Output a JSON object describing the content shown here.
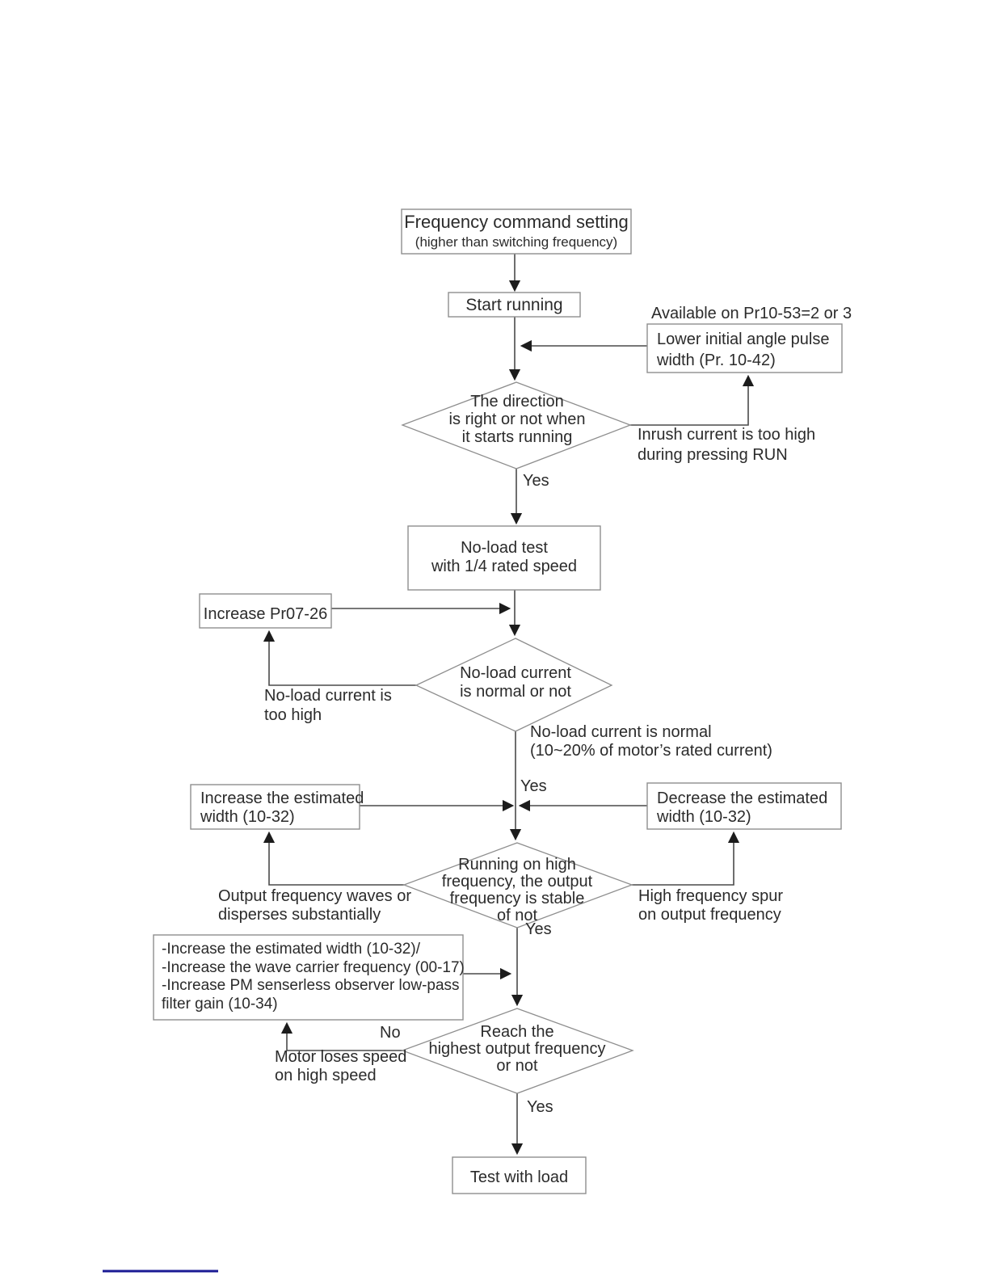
{
  "colors": {
    "background": "#ffffff",
    "connector": "#4a4a4a",
    "shape_border": "#8e8e8e",
    "arrowhead": "#1c1c1c",
    "text": "#2b2b2b",
    "footer_rule": "#1a1a94"
  },
  "flowchart": {
    "frequency_command": {
      "title": "Frequency command setting",
      "subtitle": "(higher than switching frequency)"
    },
    "start_running": {
      "label": "Start running"
    },
    "pr10_53_note": {
      "label": "Available on Pr10-53=2 or 3"
    },
    "lower_initial_angle": {
      "label": "Lower initial angle pulse\nwidth (Pr. 10-42)"
    },
    "direction_decision": {
      "label": "The direction\nis right or not when\nit starts running",
      "yes_label": "Yes"
    },
    "inrush_note": {
      "label": "Inrush current is too high\nduring pressing RUN"
    },
    "no_load_test": {
      "label": "No-load test\nwith 1/4 rated speed"
    },
    "increase_pr07_26": {
      "label": "Increase Pr07-26"
    },
    "no_load_current_decision": {
      "label": "No-load current\nis normal or not",
      "yes_label": "Yes"
    },
    "no_load_too_high_note": {
      "label": "No-load current is\ntoo high"
    },
    "no_load_normal_note": {
      "label": "No-load current is normal\n(10~20% of motor’s rated current)"
    },
    "increase_estimated": {
      "label": "Increase the estimated\nwidth (10-32)"
    },
    "decrease_estimated": {
      "label": "Decrease the estimated\nwidth (10-32)"
    },
    "stability_decision": {
      "label": "Running on high\nfrequency, the output\nfrequency is stable\nof not",
      "yes_label": "Yes"
    },
    "output_waves_note": {
      "label": "Output frequency waves or\ndisperses substantially"
    },
    "high_freq_spur_note": {
      "label": "High frequency spur\non output frequency"
    },
    "remedy_box": {
      "label": "-Increase the estimated width (10-32)/\n-Increase the wave carrier frequency (00-17)\n-Increase PM senserless observer low-pass\nfilter gain (10-34)"
    },
    "reach_highest_decision": {
      "label": "Reach the\nhighest output frequency\nor not",
      "yes_label": "Yes",
      "no_label": "No"
    },
    "motor_loses_note": {
      "label": "Motor loses speed\non high speed"
    },
    "test_with_load": {
      "label": "Test with load"
    }
  }
}
